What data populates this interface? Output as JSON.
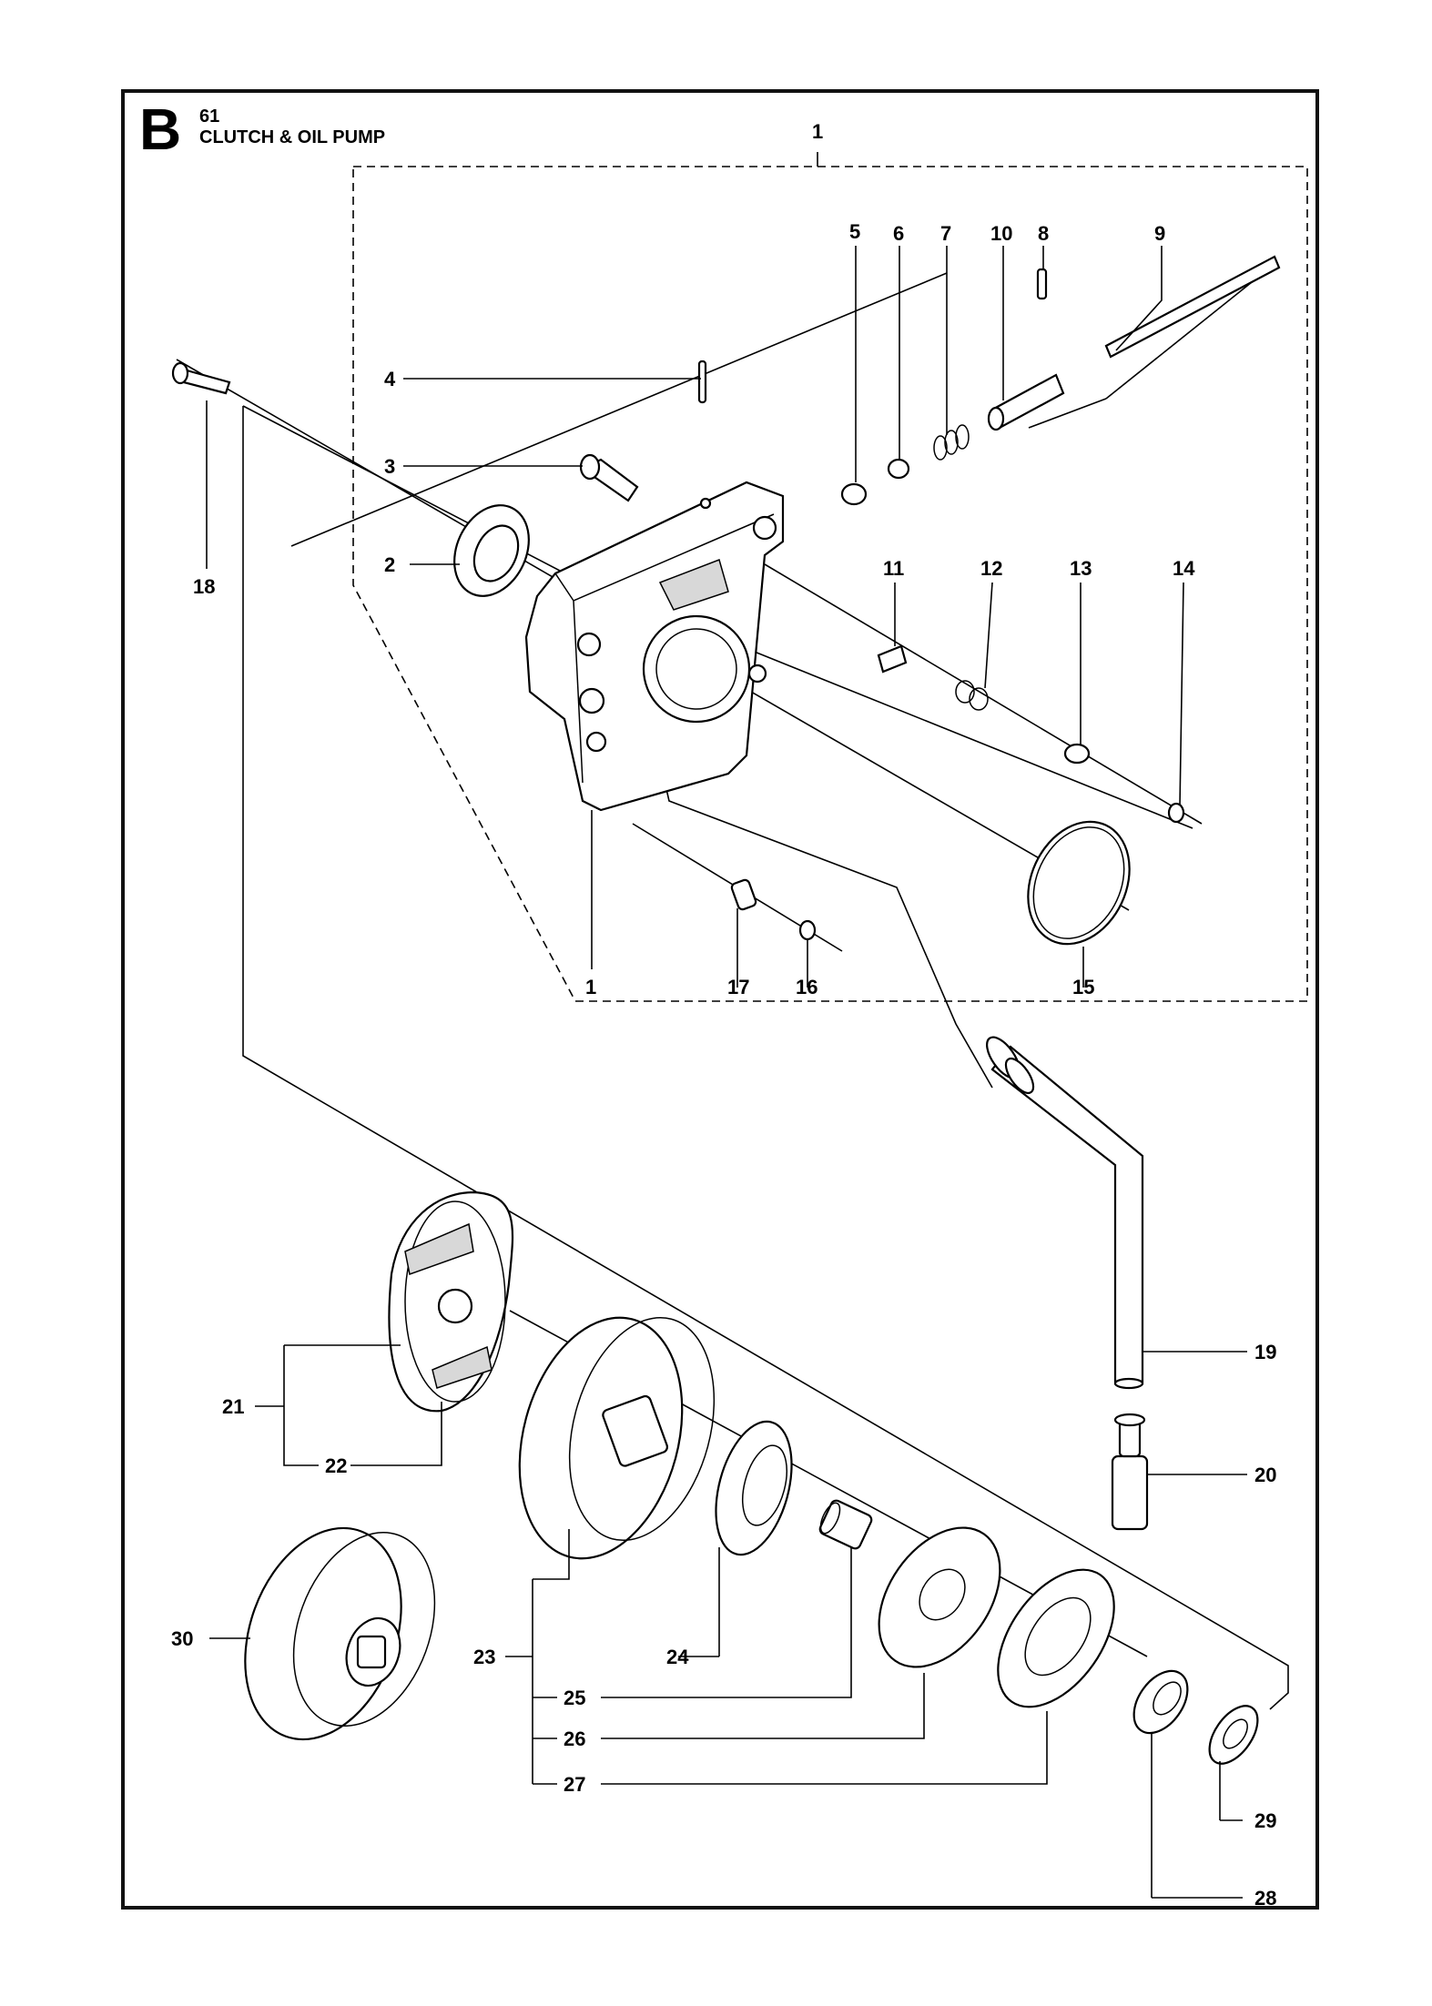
{
  "header": {
    "section_letter": "B",
    "section_code": "61",
    "section_title": "CLUTCH & OIL PUMP"
  },
  "callouts": {
    "c1_top": "1",
    "c1_bottom": "1",
    "c2": "2",
    "c3": "3",
    "c4": "4",
    "c5": "5",
    "c6": "6",
    "c7": "7",
    "c8": "8",
    "c9": "9",
    "c10": "10",
    "c11": "11",
    "c12": "12",
    "c13": "13",
    "c14": "14",
    "c15": "15",
    "c16": "16",
    "c17": "17",
    "c18": "18",
    "c19": "19",
    "c20": "20",
    "c21": "21",
    "c22": "22",
    "c23": "23",
    "c24": "24",
    "c25": "25",
    "c26": "26",
    "c27": "27",
    "c28": "28",
    "c29": "29",
    "c30": "30"
  }
}
